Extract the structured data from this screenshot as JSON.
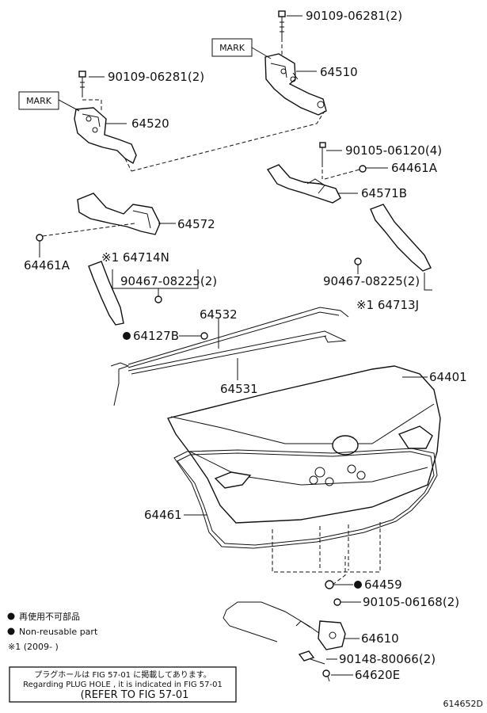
{
  "labels": {
    "p90109_top": "90109-06281(2)",
    "p64510": "64510",
    "p90109_left": "90109-06281(2)",
    "p64520": "64520",
    "p90105_06120": "90105-06120(4)",
    "p64461A_right": "64461A",
    "p64571B": "64571B",
    "p64572": "64572",
    "p64461A_left": "64461A",
    "p64714N": "※1 64714N",
    "p90467_left": "90467-08225(2)",
    "p90467_right": "90467-08225(2)",
    "p64713J": "※1 64713J",
    "p64532": "64532",
    "p64127B": "64127B",
    "p64531": "64531",
    "p64401": "64401",
    "p64461": "64461",
    "p64459": "64459",
    "p90105_06168": "90105-06168(2)",
    "p64610": "64610",
    "p90148": "90148-80066(2)",
    "p64620E": "64620E"
  },
  "mark_boxes": {
    "top": "MARK",
    "left": "MARK"
  },
  "legend": {
    "reusable_jp": "再使用不可部品",
    "nonreusable": "Non-reusable part",
    "footnote": "※1 (2009-      )"
  },
  "note_box": {
    "line1": "プラグホールは FIG 57-01 に掲載してあります。",
    "line2": "Regarding PLUG HOLE , it is indicated in FIG 57-01",
    "line3": "(REFER TO FIG 57-01"
  },
  "figure_id": "614652D"
}
